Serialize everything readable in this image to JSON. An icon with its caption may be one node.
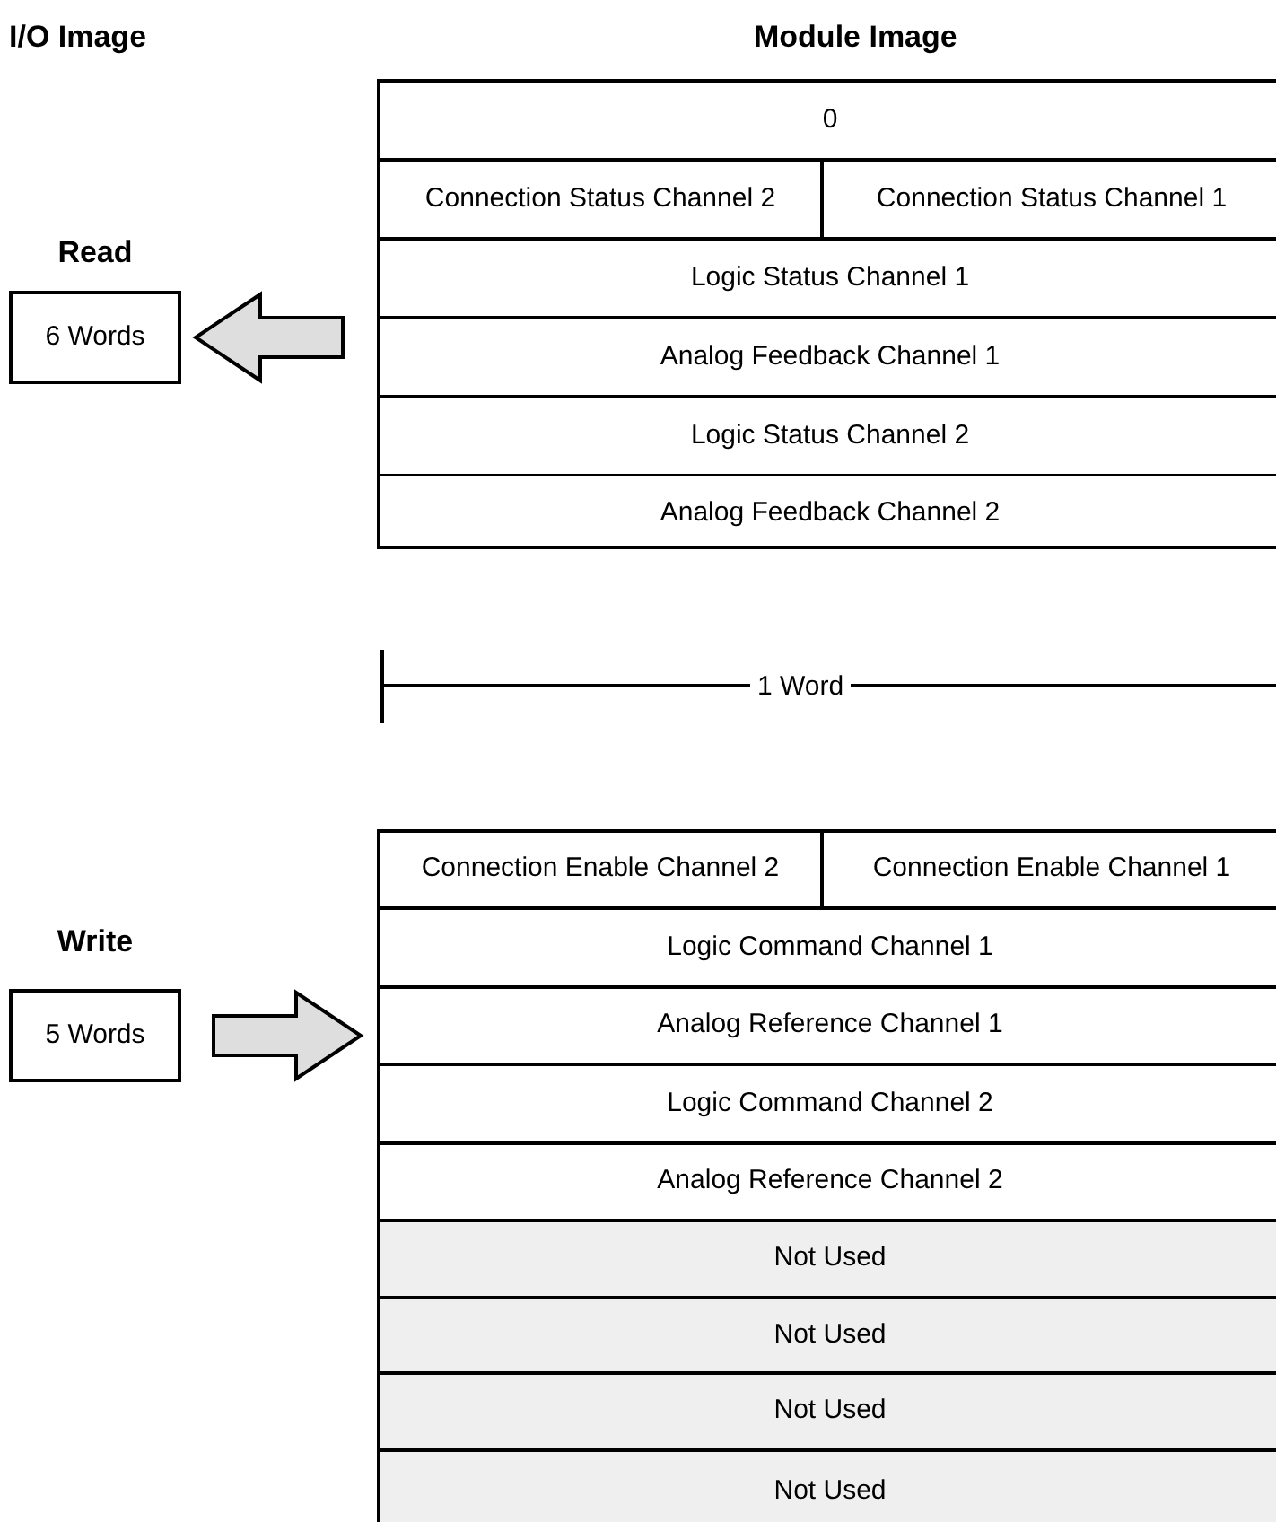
{
  "diagram": {
    "nodes": [
      {
        "text": [
          "Read",
          "6 Words"
        ]
      },
      {
        "text": [],
        "shape": "box"
      },
      {
        "text": [
          "0"
        ],
        "in": 1
      },
      {
        "text": [
          "Connection Status Channel 2"
        ],
        "in": 1
      },
      {
        "text": [
          "Connection Status Channel 1"
        ],
        "in": 1
      },
      {
        "text": [
          "Logic Status Channel 1"
        ],
        "in": 1
      },
      {
        "text": [
          "Analog Feedback Channel 1"
        ],
        "in": 1
      },
      {
        "text": [
          "Logic Status Channel 2"
        ],
        "in": 1
      },
      {
        "text": [
          "Analog Feedback Channel 2"
        ],
        "in": 1
      },
      {
        "text": [
          "Write",
          "5 Words"
        ]
      },
      {
        "text": [],
        "shape": "box"
      },
      {
        "text": [
          "Connection Enable Channel 2"
        ],
        "in": 10
      },
      {
        "text": [
          "Connection Enable Channel 1"
        ],
        "in": 10
      },
      {
        "text": [
          "Logic Command Channel 1"
        ],
        "in": 10
      },
      {
        "text": [
          "Analog Reference Channel 1"
        ],
        "in": 10
      },
      {
        "text": [
          "Logic Command Channel 2"
        ],
        "in": 10
      },
      {
        "text": [
          "Analog Reference Channel 2"
        ],
        "in": 10
      },
      {
        "text": [
          "Not Used"
        ],
        "in": 10
      },
      {
        "text": [
          "Not Used"
        ],
        "in": 10
      },
      {
        "text": [
          "Not Used"
        ],
        "in": 10
      },
      {
        "text": [
          "Not Used"
        ],
        "in": 10
      }
    ],
    "edges": [
      {
        "from": 1,
        "to": 0,
        "arrow": "to",
        "style": "thick"
      },
      {
        "from": 9,
        "to": 10,
        "arrow": "to",
        "style": "thick"
      }
    ],
    "labels": [
      "I/O Image",
      "Module Image",
      "1 Word"
    ]
  }
}
